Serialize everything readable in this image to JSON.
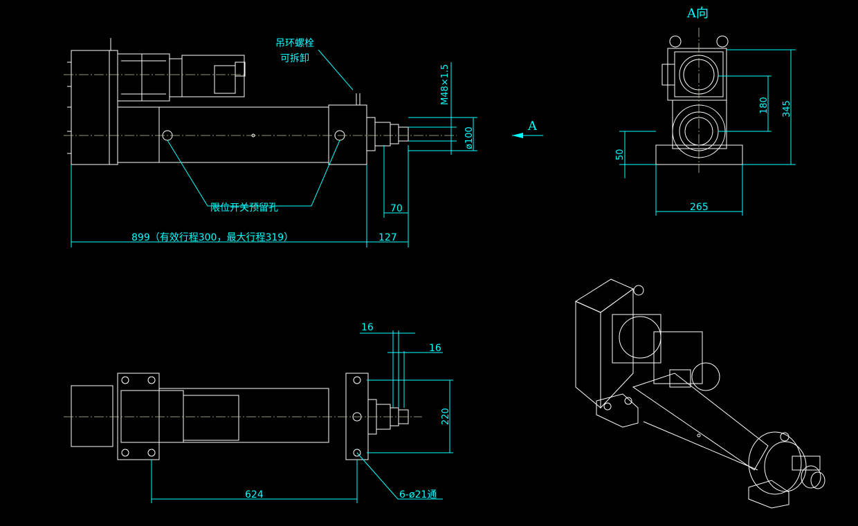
{
  "labels": {
    "lifting_bolt": "吊环螺栓",
    "removable": "可拆卸",
    "limit_switch_hole": "限位开关预留孔",
    "thread": "M48×1.5",
    "view_a_title": "A向",
    "view_a_arrow": "A",
    "through_holes": "6-ø21通"
  },
  "dimensions": {
    "overall_length": "899（有效行程300，最大行程319）",
    "rod_extension": "127",
    "rod_end": "70",
    "dia_100": "ø100",
    "height_345": "345",
    "height_180": "180",
    "height_50": "50",
    "width_265": "265",
    "spacing_16_top": "16",
    "spacing_16_bottom": "16",
    "width_220": "220",
    "length_624": "624"
  }
}
